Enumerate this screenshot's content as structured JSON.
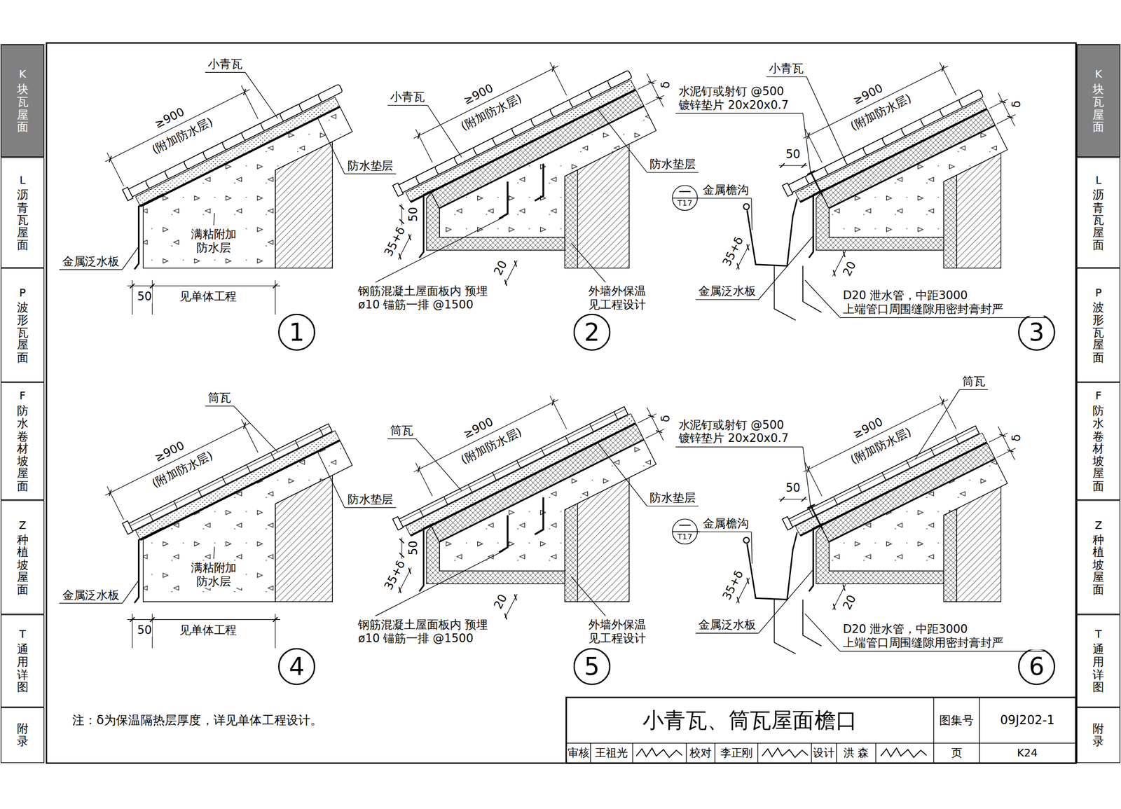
{
  "diagram": {
    "title": "小青瓦、筒瓦屋面檐口",
    "nodes": [
      {
        "text": [
          "K",
          "块瓦屋面"
        ]
      },
      {
        "text": [
          "L",
          "沥青瓦屋面"
        ]
      },
      {
        "text": [
          "P",
          "波形瓦屋面"
        ]
      },
      {
        "text": [
          "F",
          "防水卷材坡屋面"
        ]
      },
      {
        "text": [
          "Z",
          "种植坡屋面"
        ]
      },
      {
        "text": [
          "T",
          "通用详图"
        ]
      },
      {
        "text": [
          "附录"
        ]
      },
      {
        "text": [
          "K",
          "块瓦屋面"
        ]
      },
      {
        "text": [
          "L",
          "沥青瓦屋面"
        ]
      },
      {
        "text": [
          "P",
          "波形瓦屋面"
        ]
      },
      {
        "text": [
          "F",
          "防水卷材坡屋面"
        ]
      },
      {
        "text": [
          "Z",
          "种植坡屋面"
        ]
      },
      {
        "text": [
          "T",
          "通用详图"
        ]
      },
      {
        "text": [
          "附录"
        ]
      },
      {
        "text": [
          "T17"
        ]
      },
      {
        "text": [
          "1"
        ]
      },
      {
        "text": [
          "2"
        ]
      },
      {
        "text": [
          "3"
        ]
      },
      {
        "text": [
          "T17"
        ]
      },
      {
        "text": [
          "4"
        ]
      },
      {
        "text": [
          "5"
        ]
      },
      {
        "text": [
          "6"
        ]
      }
    ],
    "labels": [
      "小青瓦",
      "≥900",
      "(附加防水层)",
      "防水垫层",
      "金属泛水板",
      "满粘附加 防水层",
      "50",
      "见单体工程",
      "小青瓦",
      "≥900",
      "(附加防水层)",
      "δ",
      "防水垫层",
      "35+δ",
      "50",
      "20",
      "钢筋混凝土屋面板内 预埋 ø10 锚筋一排 @1500",
      "外墙外保温 见工程设计",
      "水泥钉或射钉 @500 镀锌垫片 20x20x0.7",
      "小青瓦",
      "≥900",
      "(附加防水层)",
      "δ",
      "50",
      "金属檐沟",
      "35+δ",
      "20",
      "金属泛水板",
      "D20 泄水管，中距3000 上端管口周围缝隙用密封膏封严",
      "筒瓦",
      "≥900",
      "(附加防水层)",
      "防水垫层",
      "金属泛水板",
      "满粘附加 防水层",
      "50",
      "见单体工程",
      "筒瓦",
      "≥900",
      "(附加防水层)",
      "δ",
      "防水垫层",
      "35+δ",
      "50",
      "20",
      "钢筋混凝土屋面板内 预埋 ø10 锚筋一排 @1500",
      "外墙外保温 见工程设计",
      "水泥钉或射钉 @500 镀锌垫片 20x20x0.7",
      "筒瓦",
      "≥900",
      "(附加防水层)",
      "δ",
      "50",
      "金属檐沟",
      "35+δ",
      "20",
      "金属泛水板",
      "D20 泄水管，中距3000 上端管口周围缝隙用密封膏封严",
      "注：δ为保温隔热层厚度，详见单体工程设计。",
      "图集号",
      "09J202-1",
      "审核",
      "王祖光",
      "校对",
      "李正刚",
      "设计",
      "洪 森",
      "页",
      "K24"
    ]
  }
}
